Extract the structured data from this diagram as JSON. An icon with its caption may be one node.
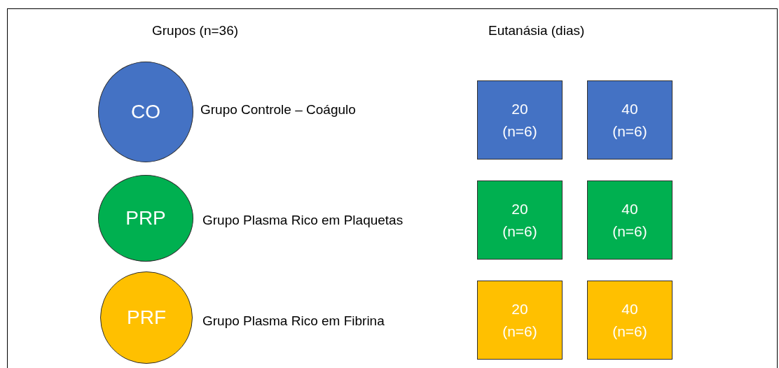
{
  "diagram": {
    "nodes": [
      {
        "text": [
          "CO"
        ],
        "beside": [
          "Grupo Controle – Coágulo"
        ]
      },
      {
        "text": [
          "20 (n=6)"
        ]
      },
      {
        "text": [
          "40 (n=6)"
        ]
      },
      {
        "text": [
          "PRP"
        ],
        "beside": [
          "Grupo Plasma Rico em Plaquetas"
        ]
      },
      {
        "text": [
          "20 (n=6)"
        ]
      },
      {
        "text": [
          "40 (n=6)"
        ]
      },
      {
        "text": [
          "PRF"
        ],
        "beside": [
          "Grupo Plasma Rico em Fibrina"
        ]
      },
      {
        "text": [
          "20 (n=6)"
        ]
      },
      {
        "text": [
          "40 (n=6)"
        ]
      }
    ],
    "labels": [
      "Grupos (n=36)",
      "Eutanásia (dias)"
    ]
  }
}
